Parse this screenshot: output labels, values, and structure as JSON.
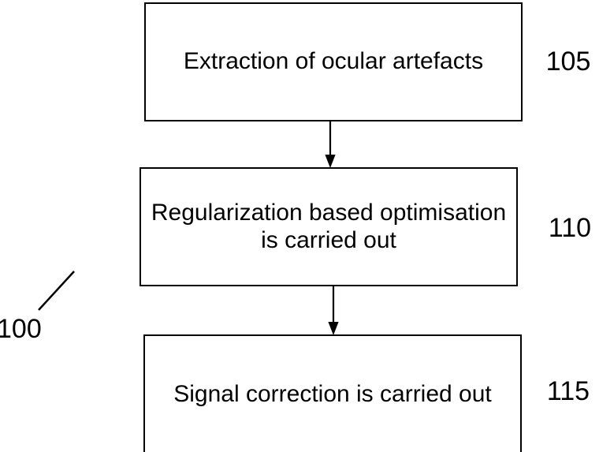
{
  "figure": {
    "reference_label": "100",
    "steps": [
      {
        "ref": "105",
        "lines": [
          "Extraction of ocular artefacts"
        ]
      },
      {
        "ref": "110",
        "lines": [
          "Regularization based optimisation",
          "is carried out"
        ]
      },
      {
        "ref": "115",
        "lines": [
          "Signal correction is carried out"
        ]
      }
    ],
    "colors": {
      "line": "#000000",
      "background": "#ffffff",
      "box_fill": "#ffffff"
    }
  }
}
